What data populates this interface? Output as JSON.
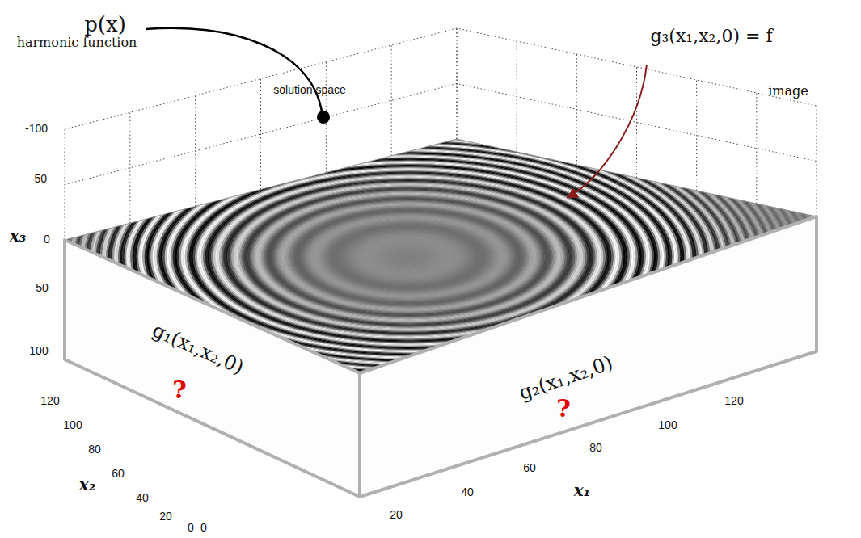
{
  "diagram": {
    "nodes": [
      {
        "text": [
          "g₁(x₁,x₂,0)",
          "?"
        ]
      },
      {
        "text": [
          "g₂(x₁,x₂,0)",
          "?"
        ]
      }
    ],
    "labels": [
      "p(x)",
      "harmonic function",
      "solution space",
      "g₃(x₁,x₂,0) = f",
      "image",
      "-100",
      "-50",
      "x₃",
      "0",
      "50",
      "100",
      "120",
      "100",
      "80",
      "60",
      "40",
      "20",
      "x₂",
      "0",
      "0",
      "20",
      "40",
      "60",
      "x₁",
      "80",
      "100",
      "120"
    ]
  }
}
